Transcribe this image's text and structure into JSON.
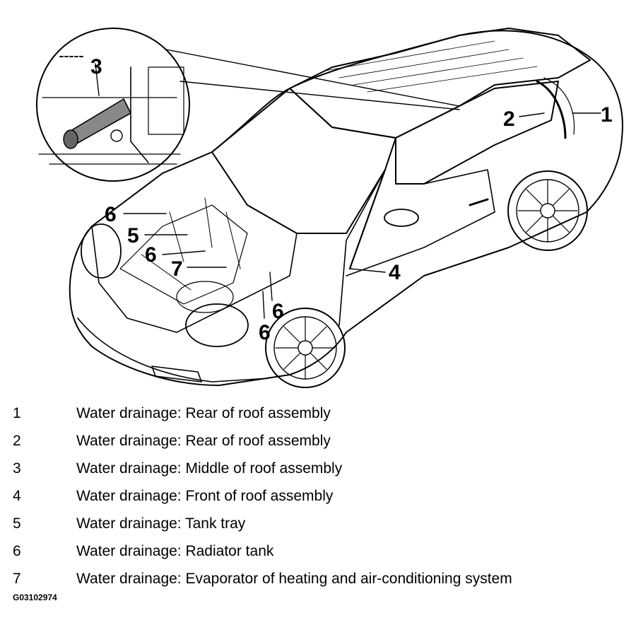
{
  "callouts": [
    "1",
    "2",
    "3",
    "4",
    "5",
    "6",
    "6",
    "6",
    "6",
    "7"
  ],
  "legend": [
    {
      "num": "1",
      "text": "Water drainage: Rear of roof assembly"
    },
    {
      "num": "2",
      "text": "Water drainage: Rear of roof assembly"
    },
    {
      "num": "3",
      "text": "Water drainage: Middle of roof assembly"
    },
    {
      "num": "4",
      "text": "Water drainage: Front of roof assembly"
    },
    {
      "num": "5",
      "text": "Water drainage: Tank tray"
    },
    {
      "num": "6",
      "text": "Water drainage: Radiator tank"
    },
    {
      "num": "7",
      "text": "Water drainage: Evaporator of heating and air-conditioning system"
    }
  ],
  "figure_code": "G03102974"
}
